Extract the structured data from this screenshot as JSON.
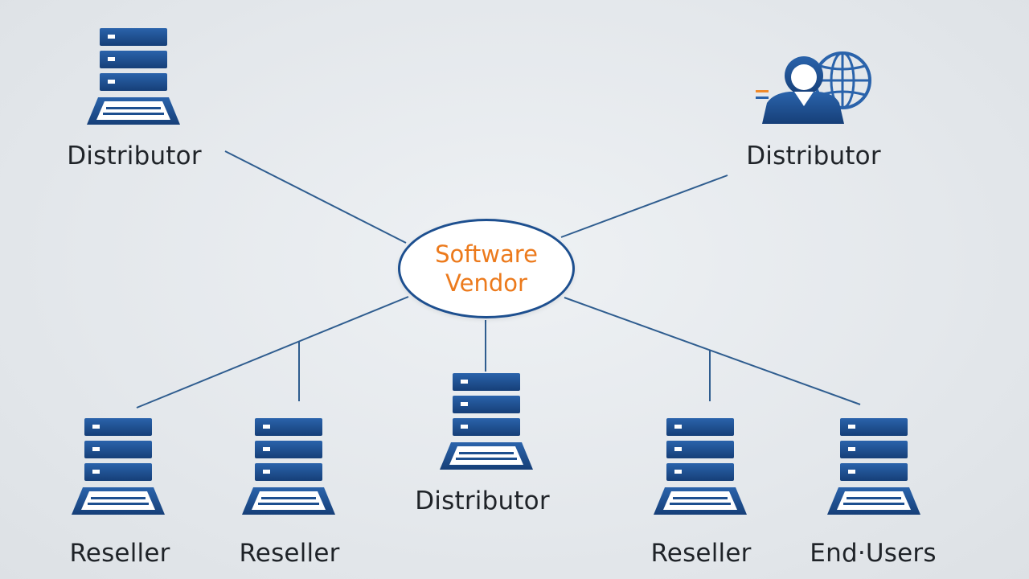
{
  "center": {
    "line1": "Software",
    "line2": "Vendor"
  },
  "nodes": [
    {
      "id": "top-left",
      "label": "Distributor",
      "icon": "server-icon"
    },
    {
      "id": "top-right",
      "label": "Distributor",
      "icon": "user-globe-icon"
    },
    {
      "id": "bottom-1",
      "label": "Reseller",
      "icon": "server-icon"
    },
    {
      "id": "bottom-2",
      "label": "Reseller",
      "icon": "server-icon"
    },
    {
      "id": "bottom-3",
      "label": "Distributor",
      "icon": "server-icon"
    },
    {
      "id": "bottom-4",
      "label": "Reseller",
      "icon": "server-icon"
    },
    {
      "id": "bottom-5",
      "label": "End·Users",
      "icon": "server-icon"
    }
  ],
  "colors": {
    "icon": "#1d4f8f",
    "center_text": "#ec7a1c",
    "line": "#2f5d8f"
  }
}
